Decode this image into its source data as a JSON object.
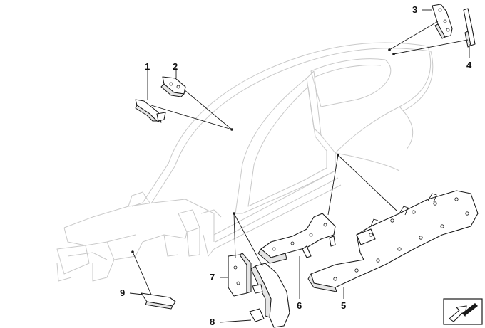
{
  "callouts": [
    {
      "number": "1"
    },
    {
      "number": "2"
    },
    {
      "number": "3"
    },
    {
      "number": "4"
    },
    {
      "number": "5"
    },
    {
      "number": "6"
    },
    {
      "number": "7"
    },
    {
      "number": "8"
    },
    {
      "number": "9"
    }
  ],
  "icons": {
    "view_direction": "arrow-view-icon"
  }
}
